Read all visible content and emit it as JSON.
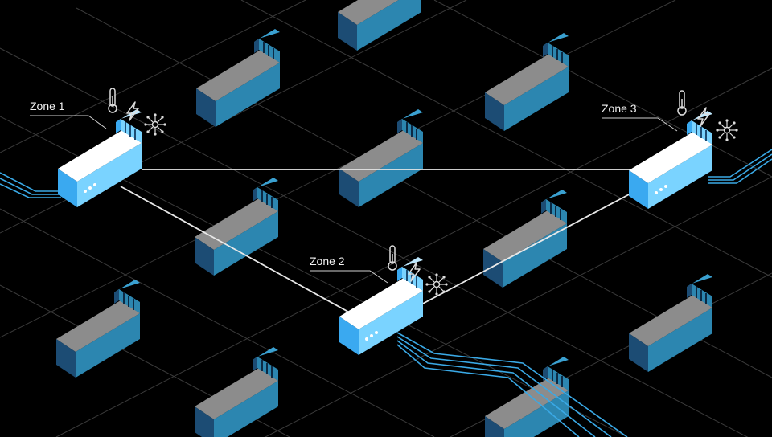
{
  "zones": [
    {
      "label": "Zone 1"
    },
    {
      "label": "Zone 2"
    },
    {
      "label": "Zone 3"
    }
  ],
  "status_icons": [
    "thermometer-icon",
    "lightning-icon",
    "network-node-icon"
  ],
  "colors": {
    "background": "#000000",
    "server_top": "#8a8a8a",
    "server_front": "#1e4f78",
    "server_side": "#2a7fa8",
    "active_top": "#ffffff",
    "active_front": "#39a8f0",
    "active_side": "#7fd3ff",
    "link": "#e8e8e8",
    "cable": "#3aa9e6",
    "grid": "#3a3a3a"
  }
}
